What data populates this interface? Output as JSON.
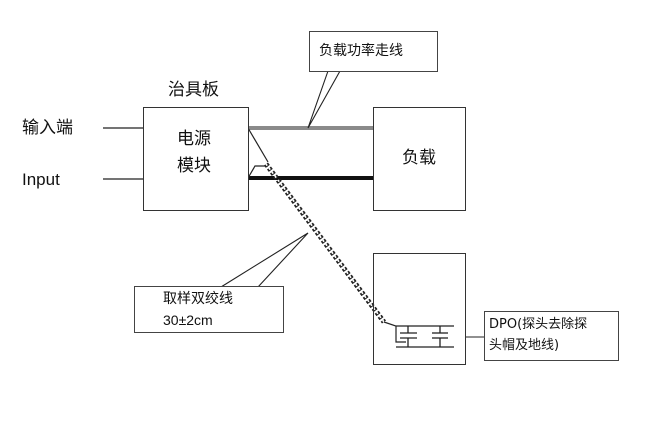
{
  "labels": {
    "input_cn": "输入端",
    "input_en": "Input",
    "fixture_board": "治具板",
    "power_module_line1": "电源",
    "power_module_line2": "模块",
    "load": "负载",
    "load_power_trace": "负载功率走线",
    "twisted_pair_line1": "取样双绞线",
    "twisted_pair_line2": "30±2cm",
    "dpo_line1": "DPO(探头去除探",
    "dpo_line2": "头帽及地线)"
  },
  "colors": {
    "line": "#222222",
    "gray_trace": "#8a8a8a",
    "black_trace": "#111111",
    "box_border": "#333333"
  }
}
